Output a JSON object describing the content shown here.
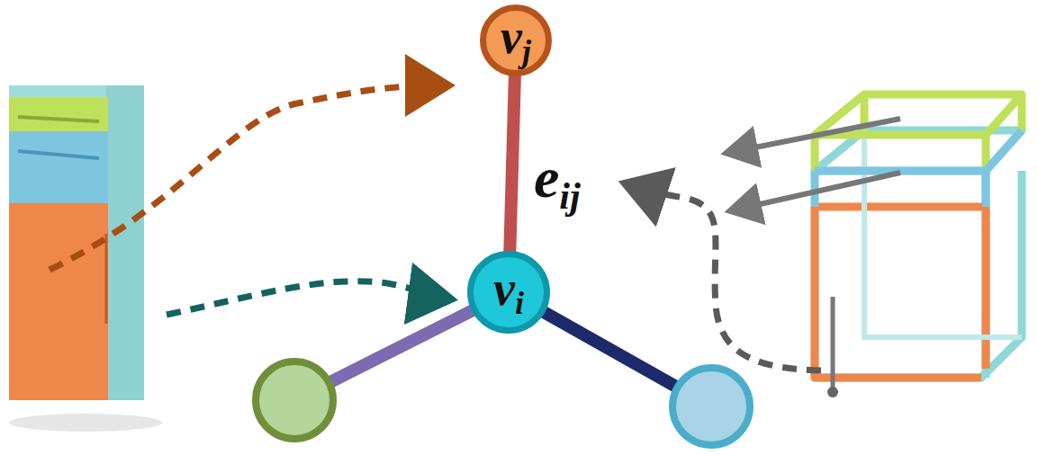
{
  "diagram": {
    "nodes": [
      {
        "text": [
          "vj"
        ]
      },
      {
        "text": [
          "vi"
        ]
      },
      {
        "text": []
      },
      {
        "text": []
      }
    ],
    "edges": [
      {
        "from": 1,
        "to": 0,
        "arrow": "none",
        "label": "eij"
      },
      {
        "from": 1,
        "to": 2,
        "arrow": "none"
      },
      {
        "from": 1,
        "to": 3,
        "arrow": "none"
      }
    ]
  }
}
